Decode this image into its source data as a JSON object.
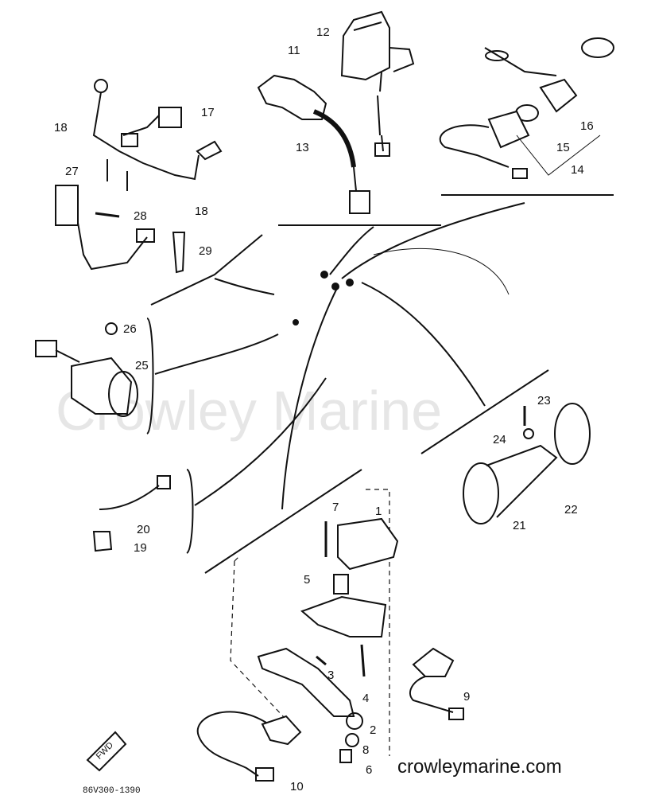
{
  "watermark": "Crowley Marine",
  "website": "crowleymarine.com",
  "diagram_code": "86V300-1390",
  "fwd_label": "FWD",
  "part_numbers": [
    "1",
    "2",
    "3",
    "4",
    "5",
    "6",
    "7",
    "8",
    "9",
    "10",
    "11",
    "12",
    "13",
    "14",
    "15",
    "16",
    "17",
    "18",
    "18",
    "19",
    "20",
    "21",
    "22",
    "23",
    "24",
    "25",
    "26",
    "27",
    "28",
    "29"
  ]
}
